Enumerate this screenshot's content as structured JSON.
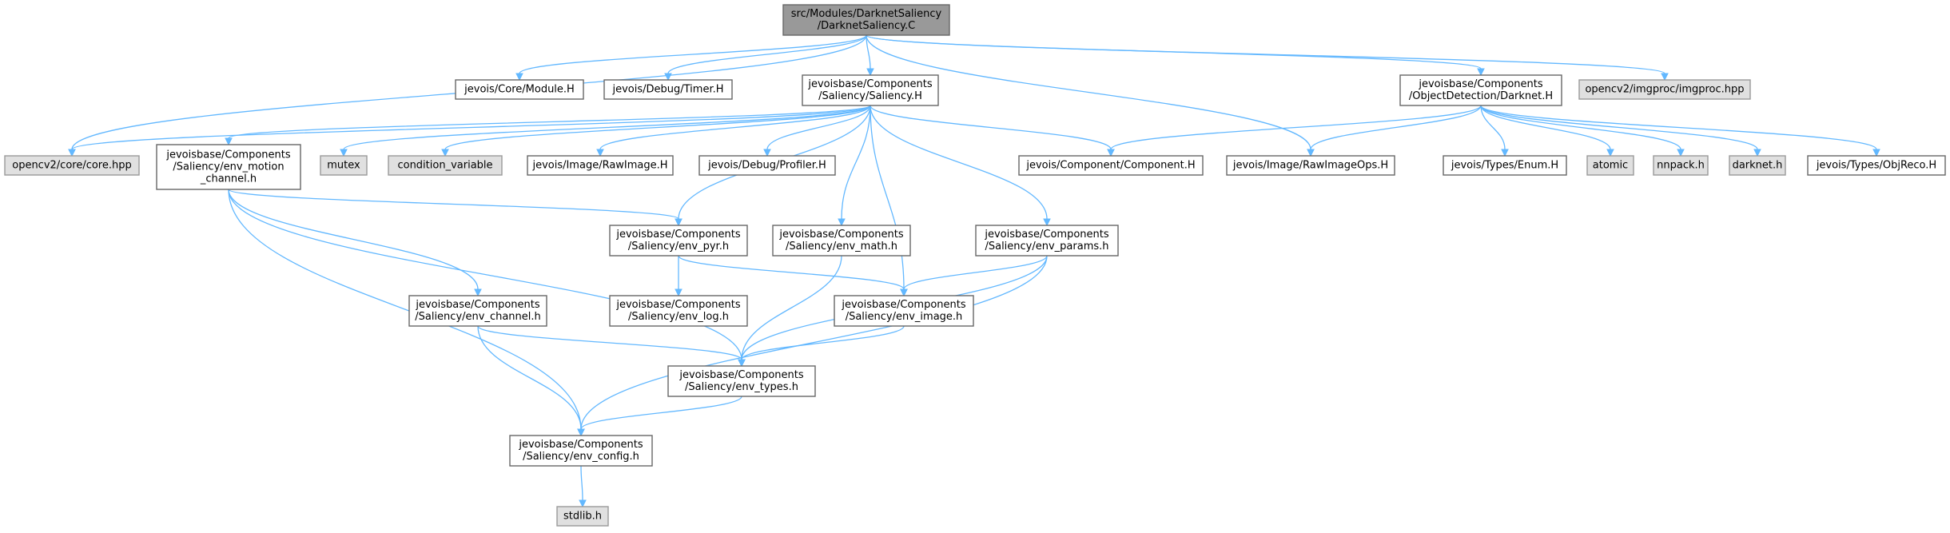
{
  "colors": {
    "root_fill": "#999999",
    "local_fill": "#ffffff",
    "system_fill": "#e0e0e0",
    "edge": "#63b8ff",
    "border": "#666666"
  },
  "nodes": [
    {
      "id": "root",
      "kind": "root",
      "lines": [
        "src/Modules/DarknetSaliency",
        "/DarknetSaliency.C"
      ]
    },
    {
      "id": "core_module",
      "kind": "local",
      "lines": [
        "jevois/Core/Module.H"
      ]
    },
    {
      "id": "debug_timer",
      "kind": "local",
      "lines": [
        "jevois/Debug/Timer.H"
      ]
    },
    {
      "id": "saliency_h",
      "kind": "local",
      "lines": [
        "jevoisbase/Components",
        "/Saliency/Saliency.H"
      ]
    },
    {
      "id": "darknet_h",
      "kind": "local",
      "lines": [
        "jevoisbase/Components",
        "/ObjectDetection/Darknet.H"
      ]
    },
    {
      "id": "imgproc",
      "kind": "system",
      "lines": [
        "opencv2/imgproc/imgproc.hpp"
      ]
    },
    {
      "id": "core_hpp",
      "kind": "system",
      "lines": [
        "opencv2/core/core.hpp"
      ]
    },
    {
      "id": "env_motion",
      "kind": "local",
      "lines": [
        "jevoisbase/Components",
        "/Saliency/env_motion",
        "_channel.h"
      ]
    },
    {
      "id": "mutex",
      "kind": "system",
      "lines": [
        "mutex"
      ]
    },
    {
      "id": "condvar",
      "kind": "system",
      "lines": [
        "condition_variable"
      ]
    },
    {
      "id": "rawimage",
      "kind": "local",
      "lines": [
        "jevois/Image/RawImage.H"
      ]
    },
    {
      "id": "profiler",
      "kind": "local",
      "lines": [
        "jevois/Debug/Profiler.H"
      ]
    },
    {
      "id": "component",
      "kind": "local",
      "lines": [
        "jevois/Component/Component.H"
      ]
    },
    {
      "id": "rawimageops",
      "kind": "local",
      "lines": [
        "jevois/Image/RawImageOps.H"
      ]
    },
    {
      "id": "enum_h",
      "kind": "local",
      "lines": [
        "jevois/Types/Enum.H"
      ]
    },
    {
      "id": "atomic",
      "kind": "system",
      "lines": [
        "atomic"
      ]
    },
    {
      "id": "nnpack",
      "kind": "system",
      "lines": [
        "nnpack.h"
      ]
    },
    {
      "id": "darknet_sys",
      "kind": "system",
      "lines": [
        "darknet.h"
      ]
    },
    {
      "id": "objreco",
      "kind": "local",
      "lines": [
        "jevois/Types/ObjReco.H"
      ]
    },
    {
      "id": "env_pyr",
      "kind": "local",
      "lines": [
        "jevoisbase/Components",
        "/Saliency/env_pyr.h"
      ]
    },
    {
      "id": "env_math",
      "kind": "local",
      "lines": [
        "jevoisbase/Components",
        "/Saliency/env_math.h"
      ]
    },
    {
      "id": "env_params",
      "kind": "local",
      "lines": [
        "jevoisbase/Components",
        "/Saliency/env_params.h"
      ]
    },
    {
      "id": "env_log",
      "kind": "local",
      "lines": [
        "jevoisbase/Components",
        "/Saliency/env_log.h"
      ]
    },
    {
      "id": "env_channel",
      "kind": "local",
      "lines": [
        "jevoisbase/Components",
        "/Saliency/env_channel.h"
      ]
    },
    {
      "id": "env_image",
      "kind": "local",
      "lines": [
        "jevoisbase/Components",
        "/Saliency/env_image.h"
      ]
    },
    {
      "id": "env_types",
      "kind": "local",
      "lines": [
        "jevoisbase/Components",
        "/Saliency/env_types.h"
      ]
    },
    {
      "id": "env_config",
      "kind": "local",
      "lines": [
        "jevoisbase/Components",
        "/Saliency/env_config.h"
      ]
    },
    {
      "id": "stdlib",
      "kind": "system",
      "lines": [
        "stdlib.h"
      ]
    }
  ],
  "edges": [
    [
      "root",
      "core_module"
    ],
    [
      "root",
      "debug_timer"
    ],
    [
      "root",
      "saliency_h"
    ],
    [
      "root",
      "darknet_h"
    ],
    [
      "root",
      "imgproc"
    ],
    [
      "root",
      "core_hpp"
    ],
    [
      "root",
      "rawimageops"
    ],
    [
      "saliency_h",
      "core_hpp"
    ],
    [
      "saliency_h",
      "env_motion"
    ],
    [
      "saliency_h",
      "mutex"
    ],
    [
      "saliency_h",
      "condvar"
    ],
    [
      "saliency_h",
      "rawimage"
    ],
    [
      "saliency_h",
      "profiler"
    ],
    [
      "saliency_h",
      "component"
    ],
    [
      "saliency_h",
      "env_pyr"
    ],
    [
      "saliency_h",
      "env_math"
    ],
    [
      "saliency_h",
      "env_params"
    ],
    [
      "saliency_h",
      "env_image"
    ],
    [
      "darknet_h",
      "component"
    ],
    [
      "darknet_h",
      "rawimageops"
    ],
    [
      "darknet_h",
      "enum_h"
    ],
    [
      "darknet_h",
      "atomic"
    ],
    [
      "darknet_h",
      "nnpack"
    ],
    [
      "darknet_h",
      "darknet_sys"
    ],
    [
      "darknet_h",
      "objreco"
    ],
    [
      "env_motion",
      "env_pyr"
    ],
    [
      "env_motion",
      "env_channel"
    ],
    [
      "env_motion",
      "env_types"
    ],
    [
      "env_motion",
      "env_config"
    ],
    [
      "env_pyr",
      "env_log"
    ],
    [
      "env_pyr",
      "env_image"
    ],
    [
      "env_math",
      "env_types"
    ],
    [
      "env_params",
      "env_image"
    ],
    [
      "env_params",
      "env_types"
    ],
    [
      "env_params",
      "env_config"
    ],
    [
      "env_channel",
      "env_types"
    ],
    [
      "env_channel",
      "env_config"
    ],
    [
      "env_image",
      "env_types"
    ],
    [
      "env_types",
      "env_config"
    ],
    [
      "env_config",
      "stdlib"
    ]
  ]
}
